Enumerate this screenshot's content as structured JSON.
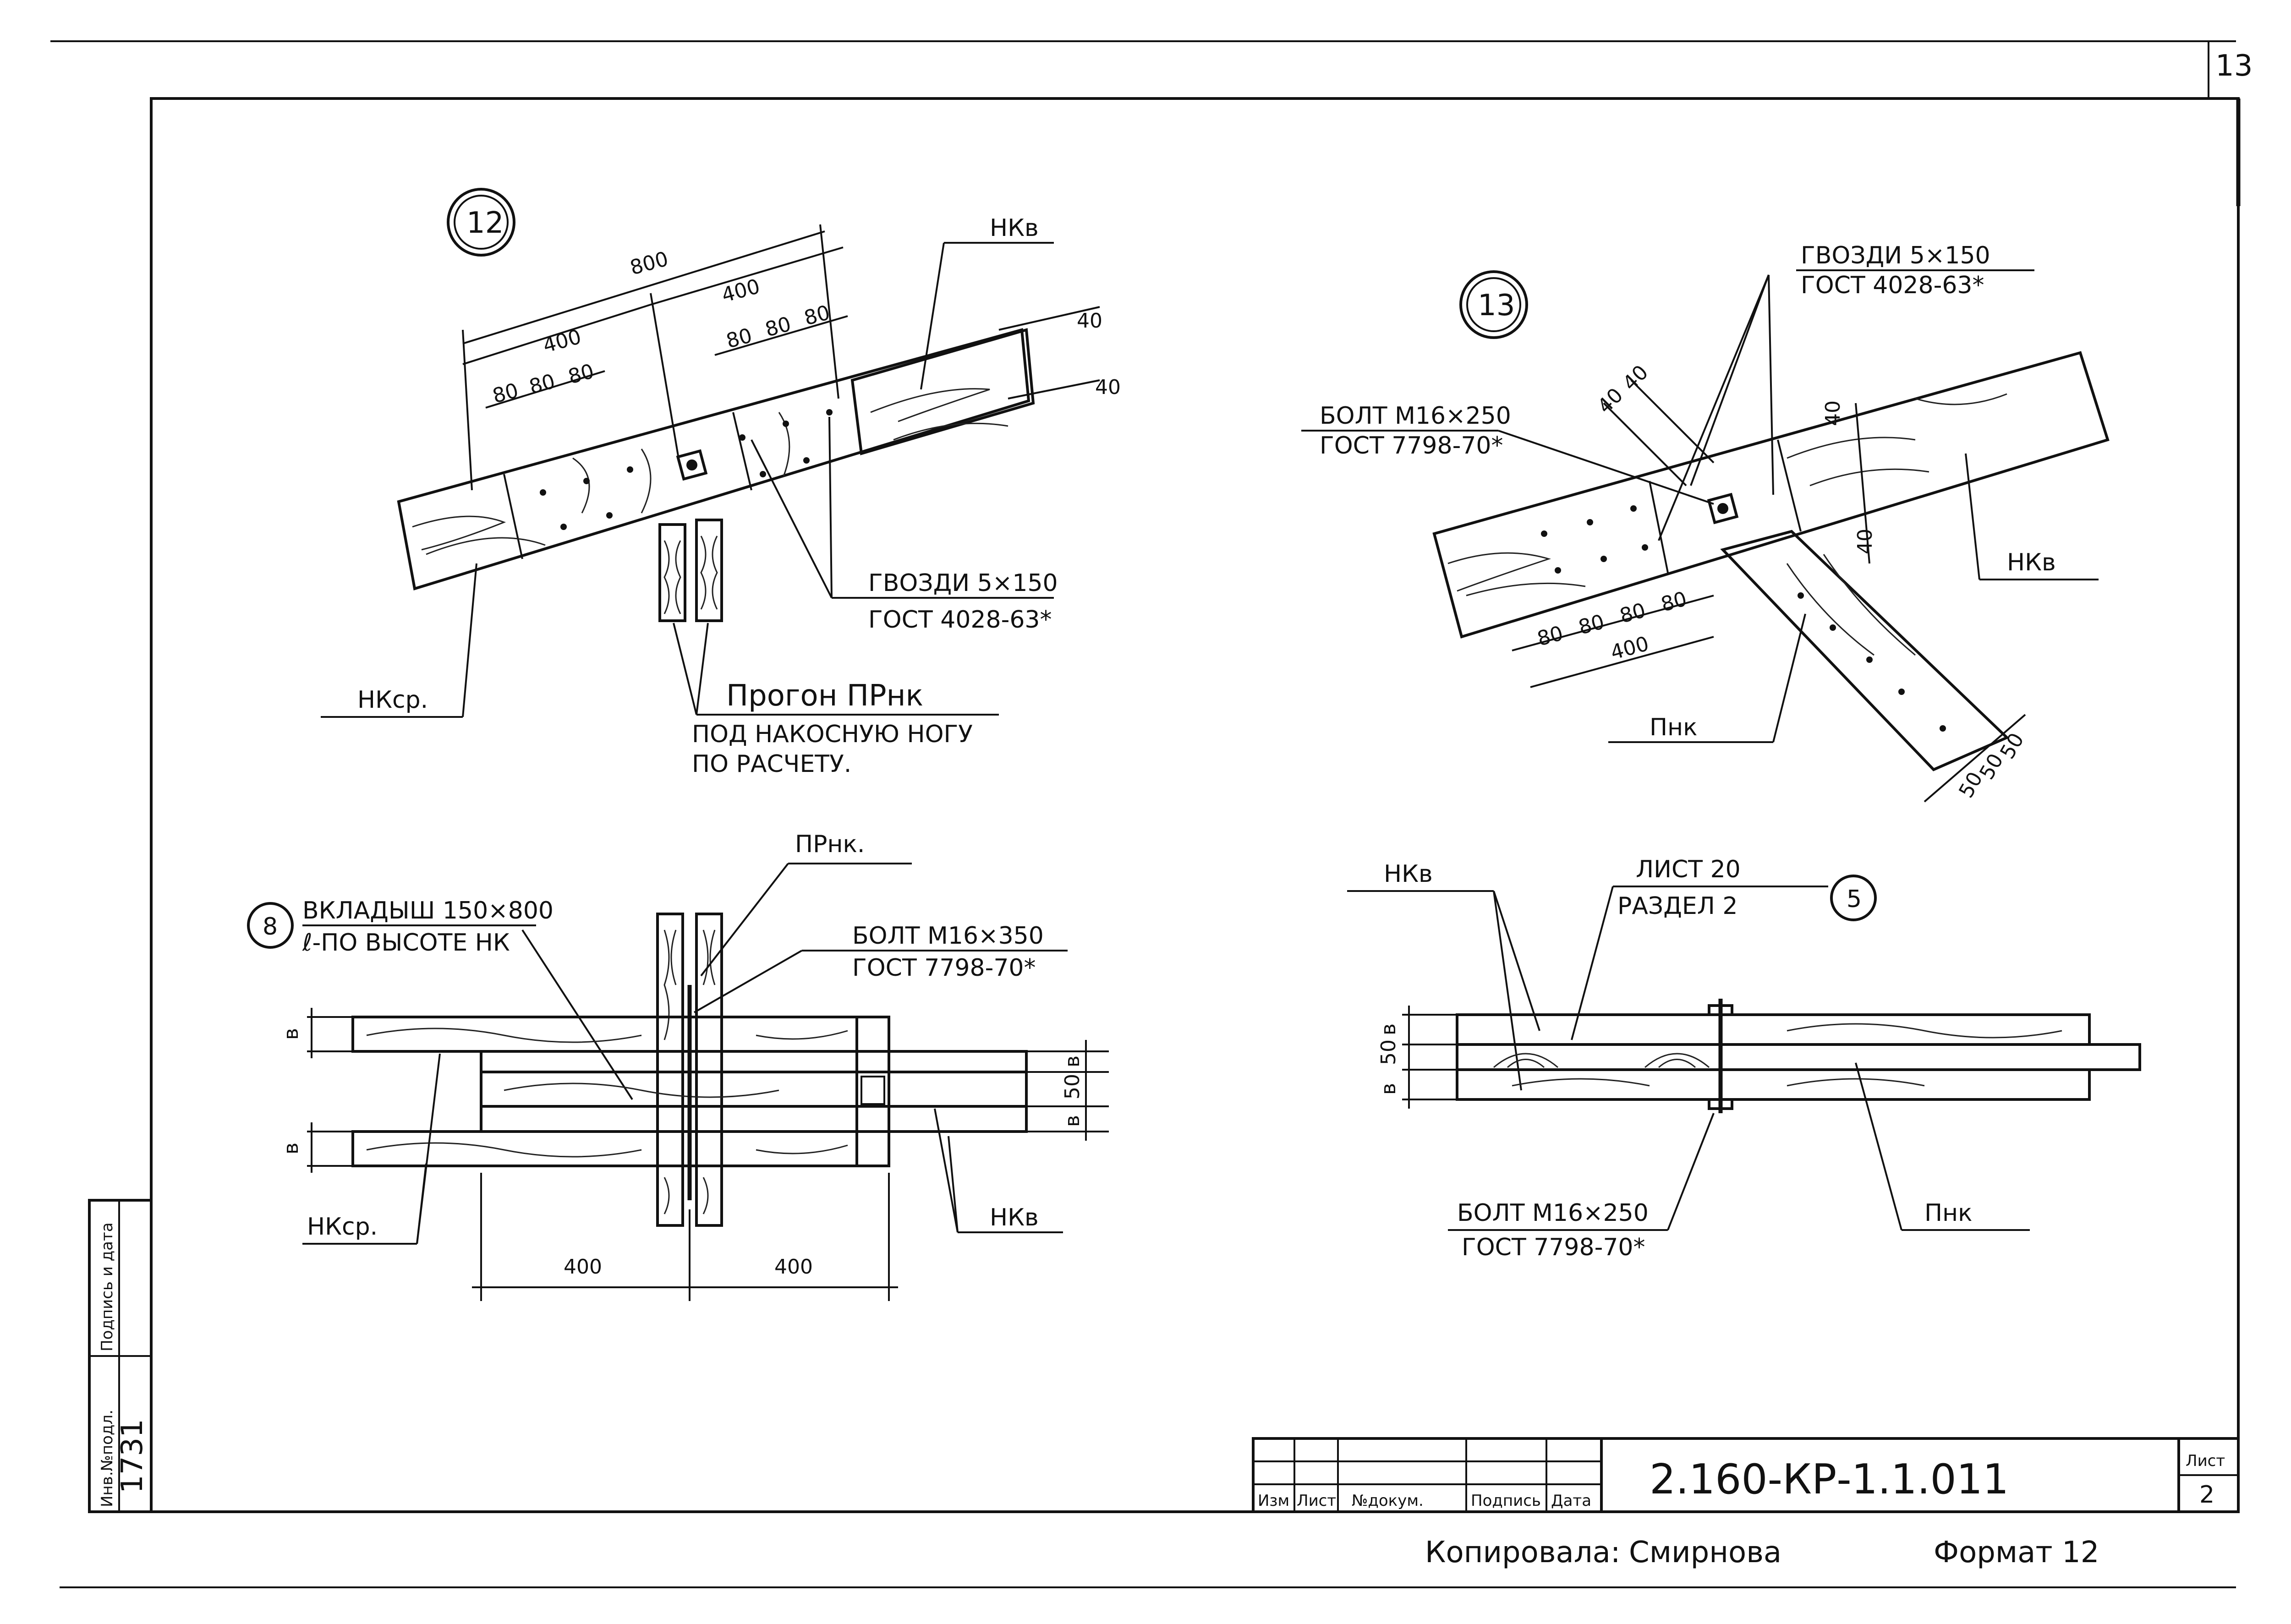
{
  "sheet_number": "13",
  "details": {
    "d12": {
      "marker": "12",
      "dims_top": [
        "800",
        "400",
        "400"
      ],
      "dims_left": [
        "80",
        "80",
        "80"
      ],
      "dims_right": [
        "80",
        "80",
        "80"
      ],
      "dims_side": [
        "40",
        "40"
      ],
      "label_nk_v": "НКв",
      "label_nk_sr": "НКср.",
      "nails_line1": "ГВОЗДИ 5×150",
      "nails_line2": "ГОСТ 4028-63*",
      "purlin_line1": "Прогон ПРнк",
      "purlin_line2": "ПОД НАКОСНУЮ НОГУ",
      "purlin_line3": "ПО РАСЧЕТУ."
    },
    "d13": {
      "marker": "13",
      "nails_line1": "ГВОЗДИ 5×150",
      "nails_line2": "ГОСТ 4028-63*",
      "bolt_line1": "БОЛТ М16×250",
      "bolt_line2": "ГОСТ 7798-70*",
      "dims_top": [
        "40",
        "40"
      ],
      "dims_right": [
        "40",
        "40"
      ],
      "dims_bottom": [
        "80",
        "80",
        "80",
        "80"
      ],
      "dim_total": "400",
      "dims_brace": [
        "50",
        "50",
        "50"
      ],
      "label_nk_v": "НКв",
      "label_p_nk": "Пнк"
    },
    "d8": {
      "marker": "8",
      "insert_line1": "ВКЛАДЫШ 150×800",
      "insert_line2": "ℓ-ПО ВЫСОТЕ НК",
      "label_pr_nk": "ПРнк.",
      "bolt_line1": "БОЛТ М16×350",
      "bolt_line2": "ГОСТ 7798-70*",
      "dims_left": [
        "в",
        "в"
      ],
      "dims_right": [
        "в",
        "50",
        "в"
      ],
      "dims_bottom": [
        "400",
        "400"
      ],
      "label_nk_sr": "НКср.",
      "label_nk_v": "НКв"
    },
    "d5": {
      "label_nk_v": "НКв",
      "ref_line1": "ЛИСТ 20",
      "ref_line2": "РАЗДЕЛ 2",
      "ref_marker": "5",
      "dims_left": [
        "в",
        "50",
        "в"
      ],
      "bolt_line1": "БОЛТ М16×250",
      "bolt_line2": "ГОСТ 7798-70*",
      "label_p_nk": "Пнк"
    }
  },
  "side_stamp": {
    "col1": "Инв.№подл.",
    "col2": "Подпись и дата",
    "handwritten": "1731"
  },
  "title_block": {
    "headers": [
      "Изм",
      "Лист",
      "№докум.",
      "Подпись",
      "Дата"
    ],
    "code": "2.160-КР-1.1.011",
    "sheet_label": "Лист",
    "sheet_value": "2"
  },
  "footer": {
    "copied_label": "Копировала:",
    "copied_name": "Смирнова",
    "format_label": "Формат 12"
  }
}
